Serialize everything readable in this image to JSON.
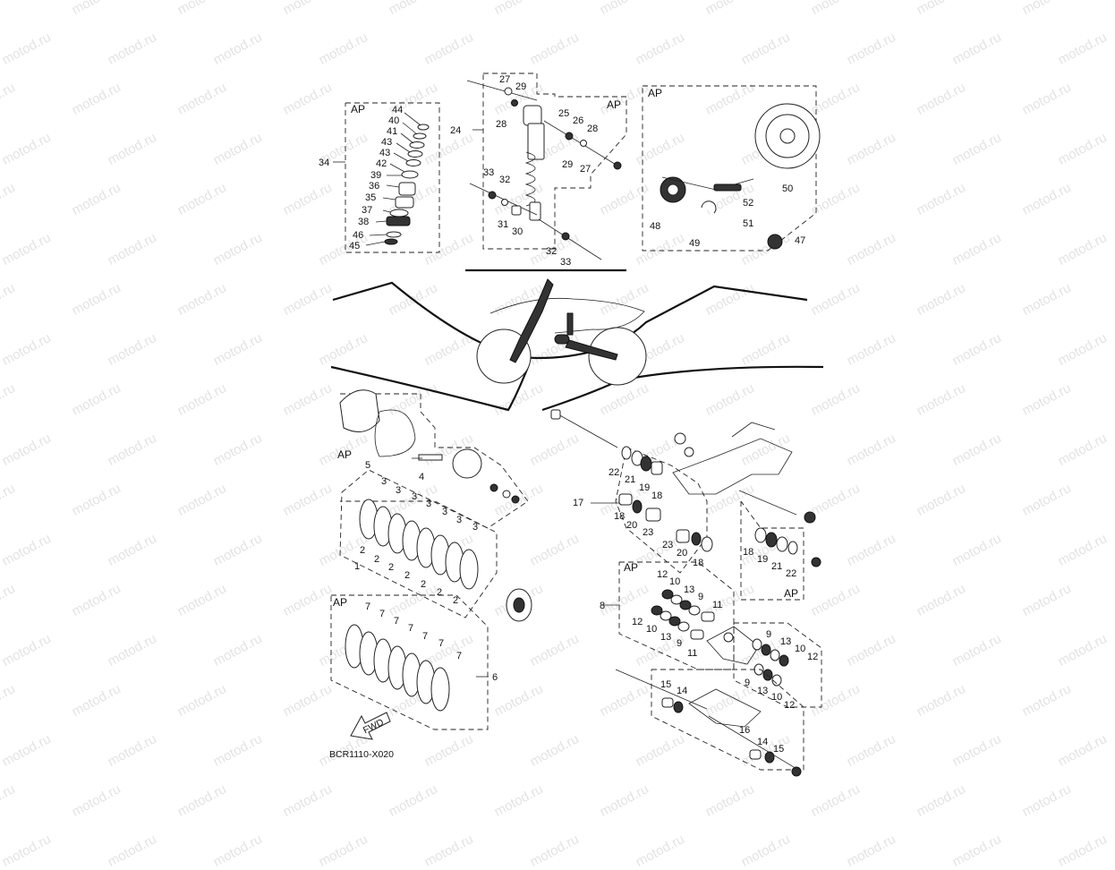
{
  "diagram_code": "BCR1110-X020",
  "fwd_label": "FWD",
  "watermark_text": "motod.ru",
  "ap_label": "AP",
  "callouts": {
    "n1": "1",
    "n2": "2",
    "n3": "3",
    "n4": "4",
    "n5": "5",
    "n6": "6",
    "n7": "7",
    "n8": "8",
    "n9": "9",
    "n10": "10",
    "n11": "11",
    "n12": "12",
    "n13": "13",
    "n14": "14",
    "n15": "15",
    "n16": "16",
    "n17": "17",
    "n18": "18",
    "n19": "19",
    "n20": "20",
    "n21": "21",
    "n22": "22",
    "n23": "23",
    "n24": "24",
    "n25": "25",
    "n26": "26",
    "n27": "27",
    "n28": "28",
    "n29": "29",
    "n30": "30",
    "n31": "31",
    "n32": "32",
    "n33": "33",
    "n34": "34",
    "n35": "35",
    "n36": "36",
    "n37": "37",
    "n38": "38",
    "n39": "39",
    "n40": "40",
    "n41": "41",
    "n42": "42",
    "n43": "43",
    "n44": "44",
    "n45": "45",
    "n46": "46",
    "n47": "47",
    "n48": "48",
    "n49": "49",
    "n50": "50",
    "n51": "51",
    "n52": "52"
  },
  "colors": {
    "line": "#222222",
    "watermark": "#e3e3e3",
    "background": "#ffffff"
  }
}
